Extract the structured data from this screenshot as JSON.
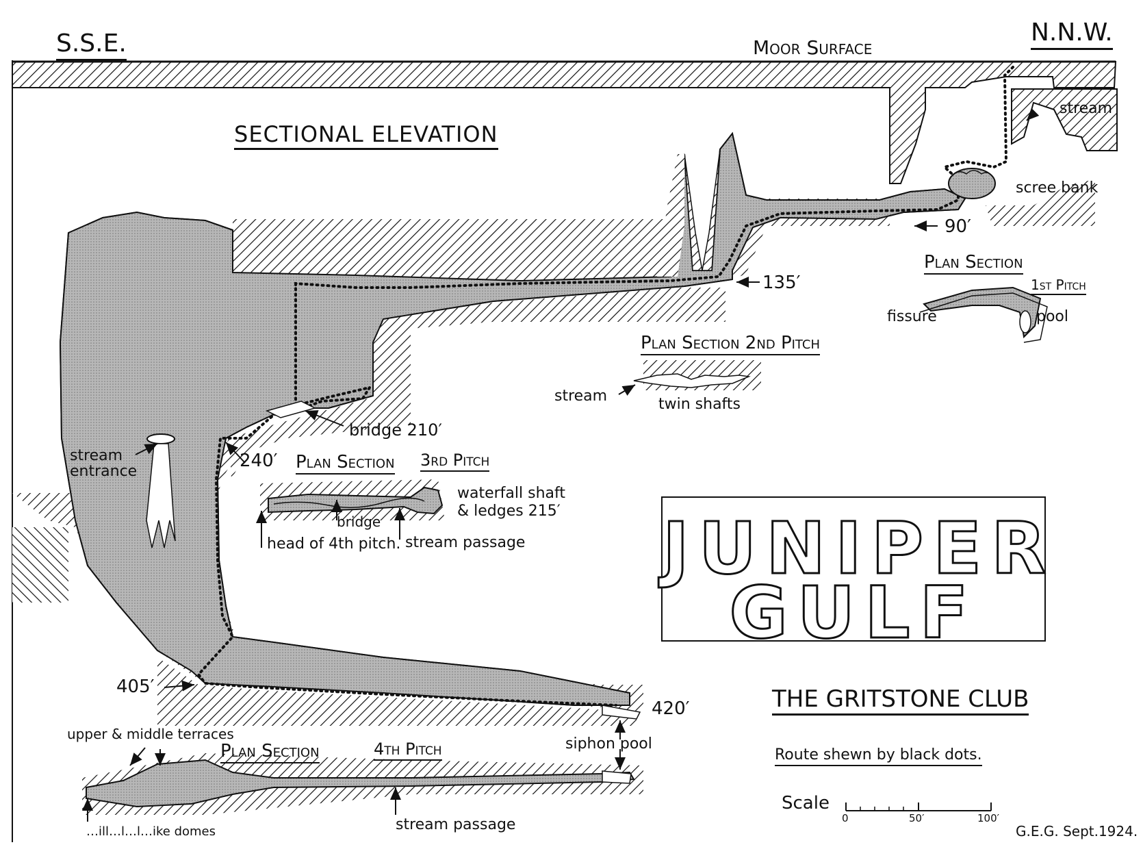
{
  "header": {
    "left": "S.S.E.",
    "right": "N.N.W.",
    "surface": "Moor Surface"
  },
  "titles": {
    "elevation": "SECTIONAL ELEVATION",
    "plan1_a": "Plan Section",
    "plan1_b": "1st Pitch",
    "plan2": "Plan Section 2nd Pitch",
    "plan3_a": "Plan Section",
    "plan3_b": "3rd Pitch",
    "plan4_a": "Plan Section",
    "plan4_b": "4th Pitch"
  },
  "depths": {
    "d90": "90′",
    "d135": "135′",
    "d210": "bridge 210′",
    "d240": "240′",
    "d405": "405′",
    "d420": "420′"
  },
  "labels": {
    "stream_top": "stream",
    "scree_bank": "scree bank",
    "fissure": "fissure",
    "pool": "pool",
    "stream_p2": "stream",
    "twin_shafts": "twin shafts",
    "stream_entrance_1": "stream",
    "stream_entrance_2": "entrance",
    "waterfall_1": "waterfall shaft",
    "waterfall_2": "& ledges 215′",
    "bridge": "bridge",
    "head_4th": "head of 4th pitch.",
    "stream_passage_3": "stream passage",
    "upper_middle": "upper & middle terraces",
    "siphon_pool": "siphon pool",
    "stream_passage_4": "stream passage",
    "bottom_cut": "…ill…l…l…ike domes"
  },
  "name": {
    "line1": "JUNIPER",
    "line2": "GULF"
  },
  "club": "THE GRITSTONE CLUB",
  "route_note": "Route shewn by black dots.",
  "scale": {
    "label": "Scale",
    "ticks": [
      "0",
      "50′",
      "100′"
    ]
  },
  "signature": "G.E.G. Sept.1924."
}
